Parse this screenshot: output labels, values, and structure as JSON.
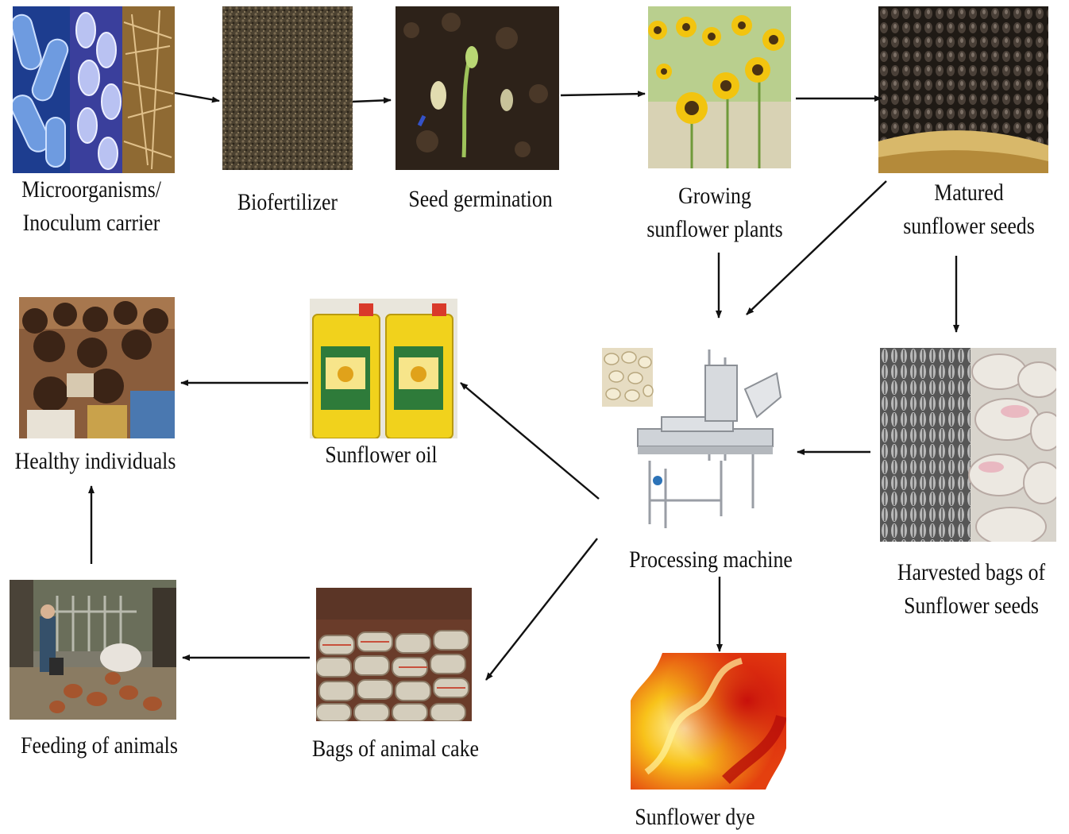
{
  "nodes": {
    "microorganisms": {
      "line1": "Microorganisms/",
      "line2": "Inoculum carrier"
    },
    "biofertilizer": {
      "label": "Biofertilizer"
    },
    "seed_germination": {
      "label": "Seed germination"
    },
    "growing_plants": {
      "line1": "Growing",
      "line2": "sunflower plants"
    },
    "matured_seeds": {
      "line1": "Matured",
      "line2": "sunflower seeds"
    },
    "harvested_bags": {
      "line1": "Harvested bags of",
      "line2": "Sunflower seeds"
    },
    "processing_machine": {
      "label": "Processing machine"
    },
    "sunflower_oil": {
      "label": "Sunflower oil"
    },
    "healthy_individuals": {
      "label": "Healthy individuals"
    },
    "animal_cake": {
      "label": "Bags of animal cake"
    },
    "feeding_animals": {
      "label": "Feeding of animals"
    },
    "sunflower_dye": {
      "label": "Sunflower dye"
    }
  },
  "edges": [
    {
      "from": "microorganisms",
      "to": "biofertilizer"
    },
    {
      "from": "biofertilizer",
      "to": "seed_germination"
    },
    {
      "from": "seed_germination",
      "to": "growing_plants"
    },
    {
      "from": "growing_plants",
      "to": "matured_seeds"
    },
    {
      "from": "growing_plants",
      "to": "processing_machine"
    },
    {
      "from": "matured_seeds",
      "to": "processing_machine"
    },
    {
      "from": "matured_seeds",
      "to": "harvested_bags"
    },
    {
      "from": "harvested_bags",
      "to": "processing_machine"
    },
    {
      "from": "processing_machine",
      "to": "sunflower_oil"
    },
    {
      "from": "processing_machine",
      "to": "animal_cake"
    },
    {
      "from": "processing_machine",
      "to": "sunflower_dye"
    },
    {
      "from": "sunflower_oil",
      "to": "healthy_individuals"
    },
    {
      "from": "animal_cake",
      "to": "feeding_animals"
    },
    {
      "from": "feeding_animals",
      "to": "healthy_individuals"
    }
  ],
  "colors": {
    "arrow": "#111111",
    "microbe_blue": "#2c5fb8",
    "soil": "#4a3b2c",
    "sunflower_yellow": "#f2c40f",
    "seed_dark": "#2a2520",
    "oil_yellow": "#f1d21c",
    "dye_red": "#d8180f"
  }
}
